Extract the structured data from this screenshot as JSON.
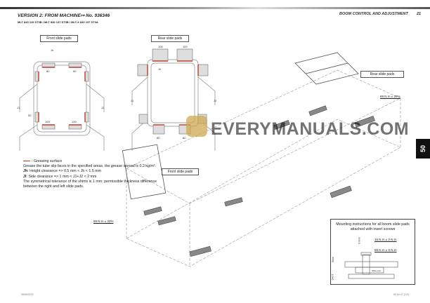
{
  "header": {
    "title": "VERSION 2: FROM MACHINE↦ No. 936346",
    "subtitle": "MLT 840 115 ST3B / MLT 840 137 ST3B / MLT-X 840 137 ST3A",
    "section": "BOOM CONTROL AND ADJUSTMENT",
    "page": "21"
  },
  "tab": "50",
  "labels": {
    "front_top": "Front slide pads",
    "rear_top": "Rear slide pads",
    "rear_right": "Rear slide pads",
    "front_mid": "Front slide pads"
  },
  "dims": {
    "jh": "Jh",
    "d80": "80",
    "d100": "100",
    "d50": "50",
    "j1": "J1",
    "j2": "J2"
  },
  "notes": {
    "legend": ": Greasing surface",
    "grease": "Grease the tube slip faces in the specified areas, the grease spread is 0.2 kg/m².",
    "jh_label": "Jh",
    "jh": ": Height clearance => 0.5 mm < Jh < 1.5 mm",
    "jl_label": "Jl",
    "jl": ": Side clearance => 1 mm < J1+J2 < 2 mm",
    "sym": "The symmetrical tolerance of the shims is 1 mm: permissible thickness difference between the right and left slide pads."
  },
  "torques": {
    "t1": "69 N.m ± 20%",
    "t2": "69 N.m ± 20%"
  },
  "mounting": {
    "title": "Mounting instructions for all boom slide pads attached with insert screws",
    "t_small": "15 N.m ± 2 N.m",
    "t_large": "88 N.m ± 9 N.m",
    "screw": "6 mini",
    "shim": "Shim",
    "pad": "Slide pad",
    "gap": "0+0.5"
  },
  "footer": {
    "left": "06/05/2015",
    "right": "50 64 47 (1/3)"
  },
  "watermark": "EVERYMANUALS.COM"
}
